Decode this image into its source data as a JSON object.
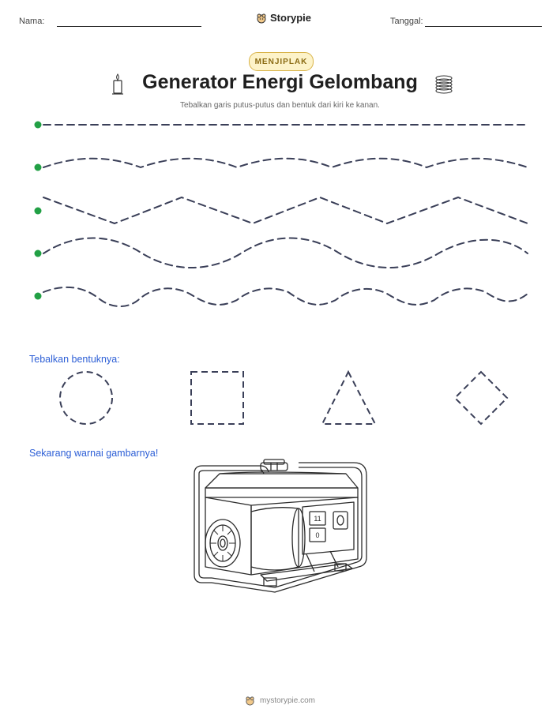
{
  "header": {
    "name_label": "Nama:",
    "date_label": "Tanggal:",
    "brand": "Storypie"
  },
  "badge": "MENJIPLAK",
  "title": "Generator Energi Gelombang",
  "subtitle": "Tebalkan garis putus-putus dan bentuk dari kiri ke kanan.",
  "trace_lines": [
    {
      "kind": "straight"
    },
    {
      "kind": "gentle-wave"
    },
    {
      "kind": "zigzag"
    },
    {
      "kind": "wave"
    },
    {
      "kind": "bumpy-wave"
    }
  ],
  "shapes_section": {
    "label": "Tebalkan bentuknya:",
    "shapes": [
      "circle",
      "square",
      "triangle",
      "diamond"
    ]
  },
  "coloring_section": {
    "label": "Sekarang warnai gambarnya!",
    "panel_numbers": [
      "11",
      "0"
    ]
  },
  "footer": "mystorypie.com",
  "colors": {
    "dash": "#3a3f58",
    "start_dot": "#22a045",
    "section_text": "#2d5fd6",
    "badge_bg": "#fdf3c9"
  }
}
